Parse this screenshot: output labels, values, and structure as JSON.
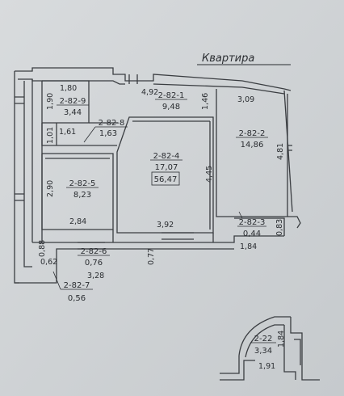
{
  "title": "Квартира",
  "total_area": "56,47",
  "rooms": [
    {
      "code": "2-82-9",
      "area": "3,44"
    },
    {
      "code": "2-82-1",
      "area": "9,48"
    },
    {
      "code": "2-82-2",
      "area": "14,86"
    },
    {
      "code": "2-82-8",
      "area": "1,63"
    },
    {
      "code": "2-82-4",
      "area": "17,07"
    },
    {
      "code": "2-82-5",
      "area": "8,23"
    },
    {
      "code": "2-82-3",
      "area": "0,44"
    },
    {
      "code": "2-82-6",
      "area": "0,76"
    },
    {
      "code": "2-82-7",
      "area": "0,56"
    },
    {
      "code": "2-22",
      "area": "3,34"
    }
  ],
  "dimensions": {
    "d180": "1,80",
    "d190": "1,90",
    "d492": "4,92",
    "d146": "1,46",
    "d309": "3,09",
    "d101": "1,01",
    "d161": "1,61",
    "d481": "4,81",
    "d445": "4,45",
    "d290": "2,90",
    "d284": "2,84",
    "d392": "3,92",
    "d083": "0,83",
    "d184": "1,84",
    "d088": "0,88",
    "d062": "0,62",
    "d077": "0,77",
    "d328": "3,28",
    "d184b": "1,84",
    "d191": "1,91"
  }
}
